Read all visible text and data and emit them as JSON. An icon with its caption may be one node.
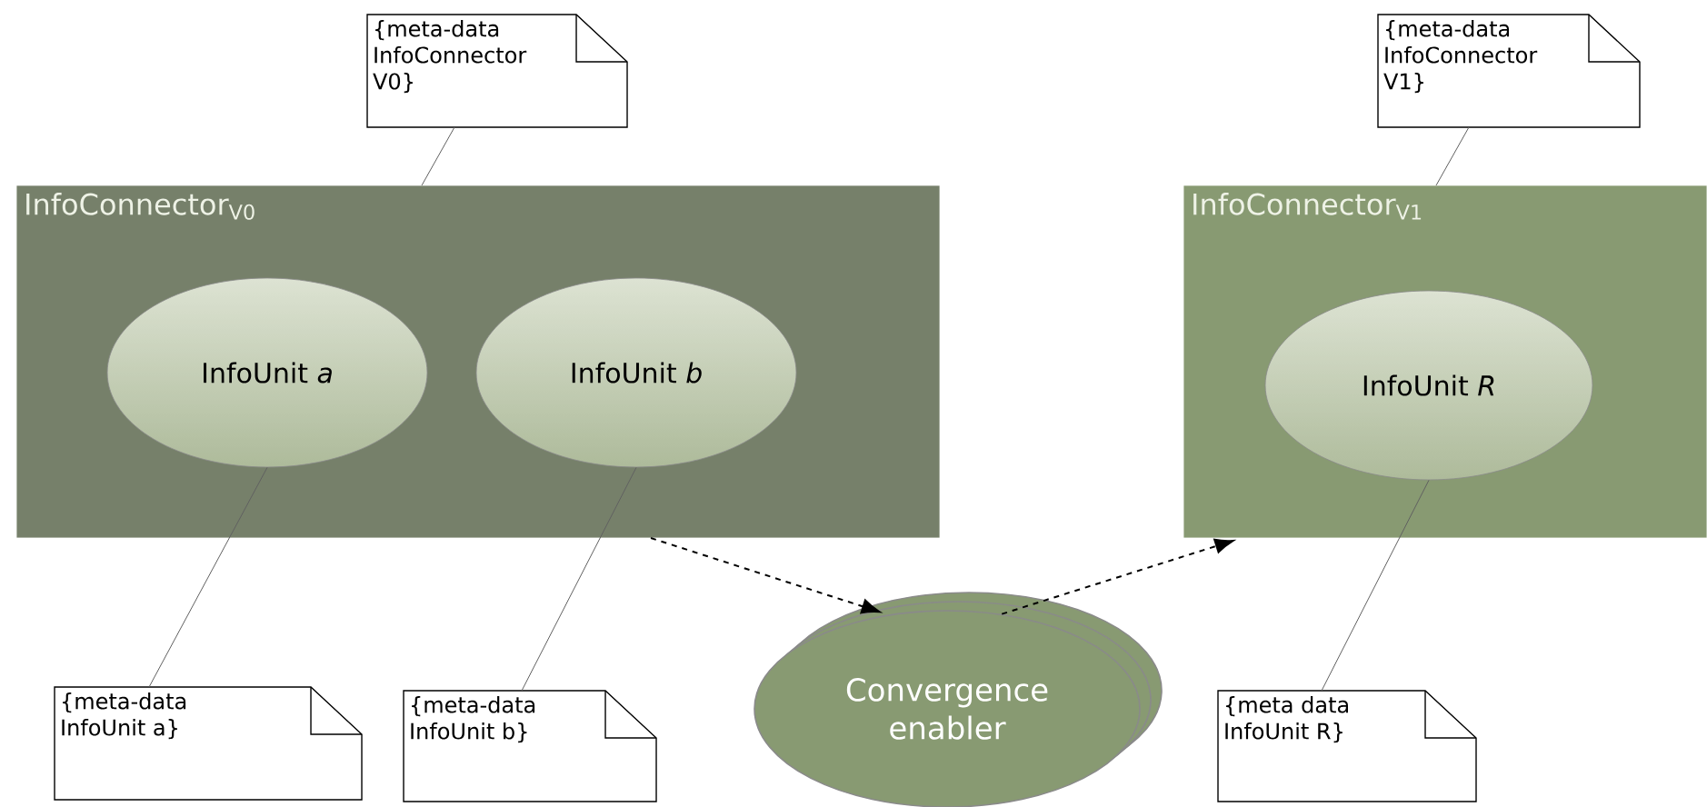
{
  "diagram": {
    "nodes": [
      {
        "text": [
          "{meta-data InfoConnector V0}"
        ]
      },
      {
        "text": [
          "{meta-data InfoConnector V1}"
        ]
      },
      {
        "text": [
          "InfoConnector$_{V0}$"
        ]
      },
      {
        "text": [
          "InfoUnit *a*"
        ],
        "in": 2
      },
      {
        "text": [
          "InfoUnit *b*"
        ],
        "in": 2
      },
      {
        "text": [
          "InfoConnector$_{V1}$"
        ]
      },
      {
        "text": [
          "InfoUnit *R*"
        ],
        "in": 5
      },
      {
        "text": [
          "Convergence enabler"
        ]
      },
      {
        "text": [
          "{meta-data InfoUnit a}"
        ]
      },
      {
        "text": [
          "{meta-data InfoUnit b}"
        ]
      },
      {
        "text": [
          "{meta data InfoUnit R}"
        ]
      }
    ],
    "edges": [
      {
        "from": 0,
        "to": 2,
        "arrow": "none"
      },
      {
        "from": 1,
        "to": 5,
        "arrow": "none"
      },
      {
        "from": 8,
        "to": 3,
        "arrow": "none"
      },
      {
        "from": 9,
        "to": 4,
        "arrow": "none"
      },
      {
        "from": 10,
        "to": 6,
        "arrow": "none"
      },
      {
        "from": 2,
        "to": 7,
        "arrow": "to",
        "style": "dashed",
        "color": "#000000"
      },
      {
        "from": 7,
        "to": 5,
        "arrow": "to",
        "style": "dashed",
        "color": "#000000"
      }
    ]
  }
}
